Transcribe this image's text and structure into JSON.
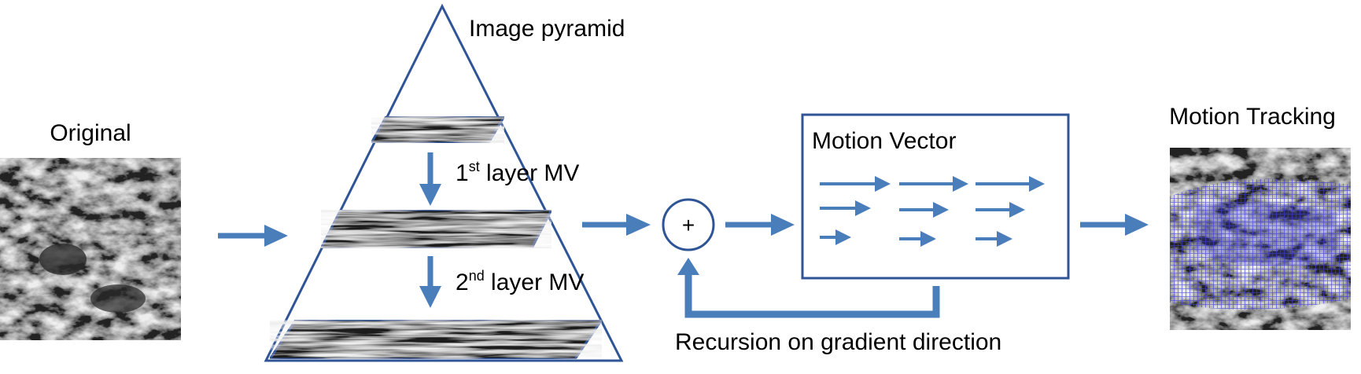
{
  "labels": {
    "original": "Original",
    "image_pyramid": "Image pyramid",
    "layer1_num": "1",
    "layer1_sup": "st",
    "layer1_rest": " layer MV",
    "layer2_num": "2",
    "layer2_sup": "nd",
    "layer2_rest": " layer MV",
    "plus": "+",
    "motion_vector": "Motion Vector",
    "recursion": "Recursion on gradient direction",
    "motion_tracking": "Motion Tracking"
  },
  "colors": {
    "accent": "#4a7ebb",
    "outline": "#2f5597",
    "satellite_dark": "#1b1b1b",
    "satellite_light": "#d8d8d8",
    "tracking_overlay": "#3c3cdc"
  },
  "icons": {
    "plus_node": "plus-circle-icon",
    "arrows": "right-arrow-icon"
  }
}
